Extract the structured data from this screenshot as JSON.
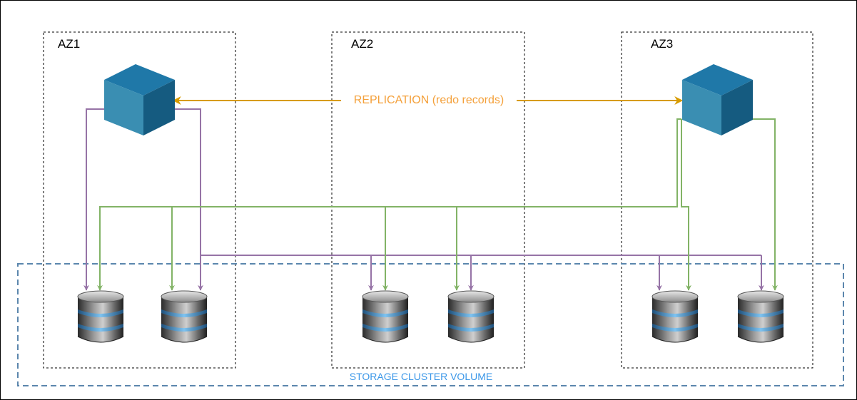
{
  "zones": [
    {
      "id": "az1",
      "label": "AZ1"
    },
    {
      "id": "az2",
      "label": "AZ2"
    },
    {
      "id": "az3",
      "label": "AZ3"
    }
  ],
  "replication": {
    "label": "REPLICATION (redo records)"
  },
  "cluster": {
    "label": "STORAGE CLUSTER VOLUME"
  },
  "nodes": [
    {
      "name": "primary-instance",
      "icon": "compute-cube-icon",
      "zone": "AZ1"
    },
    {
      "name": "replica-instance",
      "icon": "compute-cube-icon",
      "zone": "AZ3"
    }
  ],
  "storage_nodes": [
    {
      "zone": "AZ1",
      "icon": "database-icon"
    },
    {
      "zone": "AZ1",
      "icon": "database-icon"
    },
    {
      "zone": "AZ2",
      "icon": "database-icon"
    },
    {
      "zone": "AZ2",
      "icon": "database-icon"
    },
    {
      "zone": "AZ3",
      "icon": "database-icon"
    },
    {
      "zone": "AZ3",
      "icon": "database-icon"
    }
  ],
  "colors": {
    "primary_writes": "#9673a6",
    "replica_links": "#82b366",
    "replication_arrow": "#d79b00",
    "replication_text": "#f4a03a",
    "cluster_border": "#5b86ad",
    "cluster_text": "#3b97e8",
    "cube_front": "#3a8eb2",
    "cube_top": "#1f78a8",
    "cube_side": "#155b80"
  }
}
